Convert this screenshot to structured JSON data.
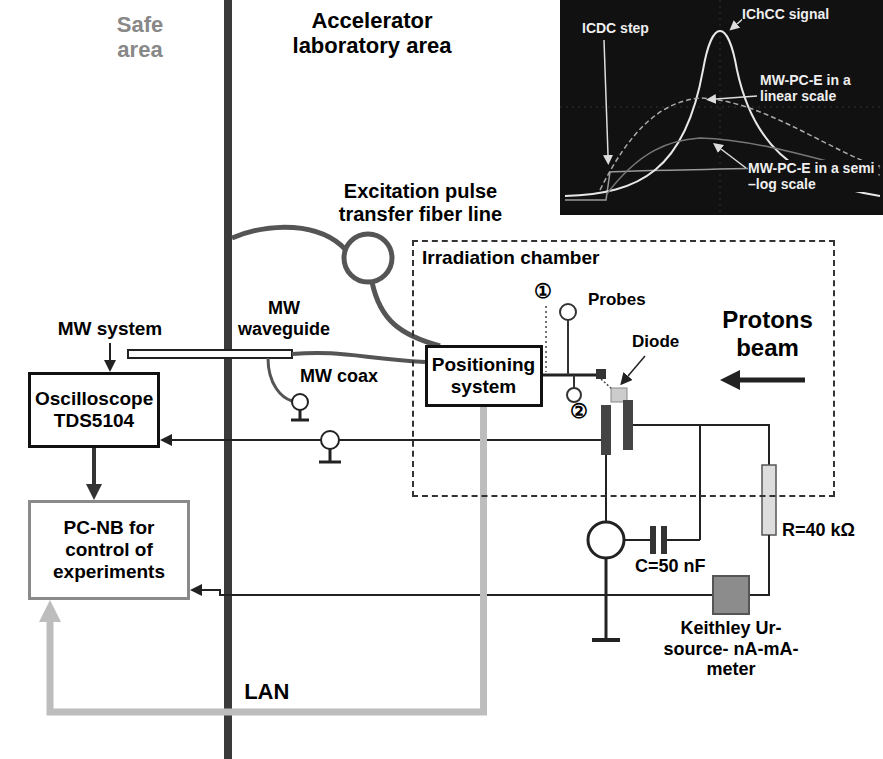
{
  "diagram": {
    "nodes": [
      {
        "text": [
          "Irradiation chamber"
        ]
      },
      {
        "text": [
          "Positioning system"
        ],
        "in": 0
      },
      {
        "text": [
          "Oscilloscope TDS5104"
        ]
      },
      {
        "text": [
          "PC-NB for control of experiments"
        ]
      },
      {
        "text": [
          "Keithley Ur-source- nA-mA- meter"
        ]
      }
    ],
    "edges": [
      {
        "from": 2,
        "to": 3,
        "arrow": "to"
      },
      {
        "from": 4,
        "to": 3,
        "arrow": "to"
      },
      {
        "from": 1,
        "to": 3,
        "label": "LAN",
        "arrow": "to"
      }
    ],
    "labels": [
      "ICDC step",
      "IChCC signal",
      "MW-PC-E in a linear scale",
      "MW-PC-E in a semi –log scale",
      "Safe area",
      "Accelerator laboratory area",
      "Excitation pulse transfer fiber line",
      "MW system",
      "MW waveguide",
      "MW coax",
      "①",
      "Probes",
      "Diode",
      "Protons beam",
      "②",
      "C=50 nF",
      "R=40 kΩ"
    ]
  }
}
